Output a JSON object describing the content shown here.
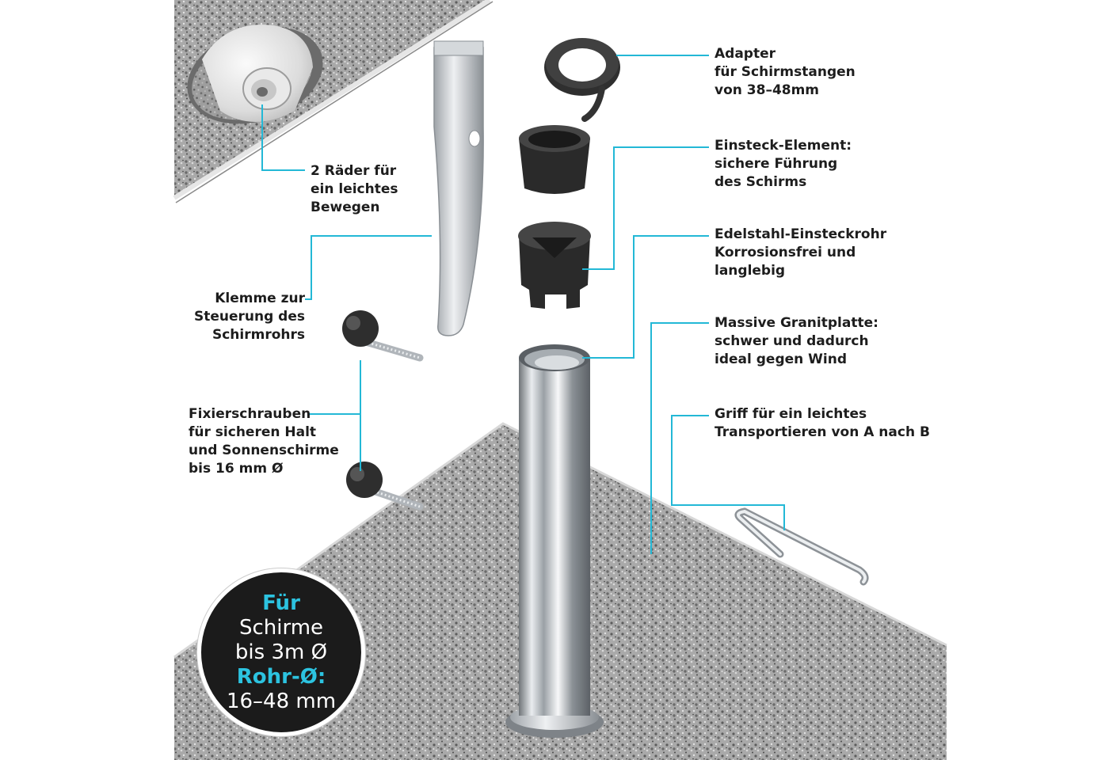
{
  "accent_color": "#2cc3e0",
  "line_color": "#23b8d6",
  "labels": {
    "adapter": [
      "Adapter",
      "für Schirmstangen",
      "von 38–48mm"
    ],
    "einsteck": [
      "Einsteck-Element:",
      "sichere Führung",
      "des Schirms"
    ],
    "edelstahl": [
      "Edelstahl-Einsteckrohr",
      "Korrosionsfrei und",
      "langlebig"
    ],
    "granit": [
      "Massive Granitplatte:",
      "schwer und dadurch",
      "ideal gegen Wind"
    ],
    "griff": [
      "Griff für ein leichtes",
      "Transportieren von A nach B"
    ],
    "raeder": [
      "2 Räder für",
      "ein leichtes",
      "Bewegen"
    ],
    "klemme": [
      "Klemme zur",
      "Steuerung des",
      "Schirmrohrs"
    ],
    "fixier": [
      "Fixierschrauben",
      "für sicheren Halt",
      "und Sonnenschirme",
      "bis 16 mm Ø"
    ]
  },
  "badge": {
    "line1": "Für",
    "line2": "Schirme",
    "line3": "bis 3m Ø",
    "line4": "Rohr-Ø:",
    "line5": "16–48 mm"
  }
}
